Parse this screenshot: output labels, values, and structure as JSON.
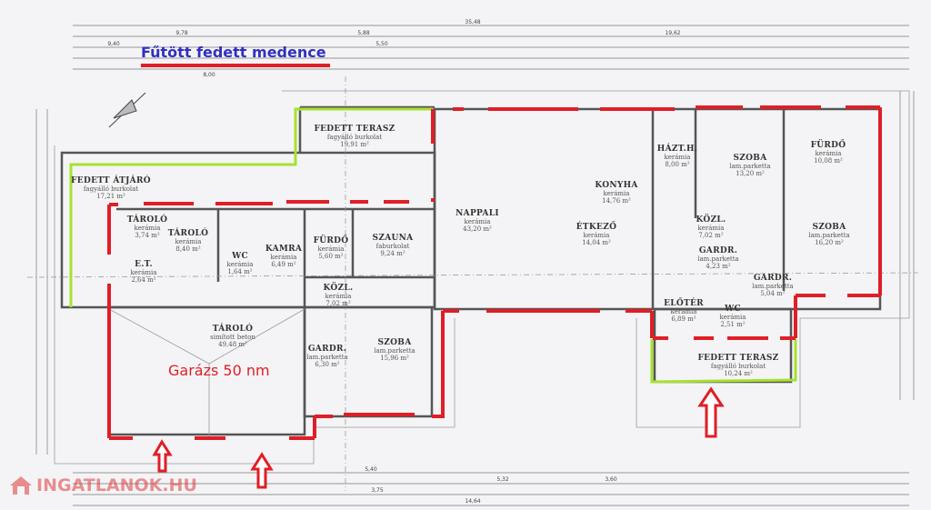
{
  "annotations": {
    "pool": "Fűtött fedett medence",
    "garage": "Garázs 50 nm",
    "watermark": "INGATLANOK.HU"
  },
  "colors": {
    "highlight_wall": "#e01e26",
    "terrace_outline": "#a6e22e",
    "pool_text": "#3030c0"
  },
  "dimensions": [
    "35,48",
    "9,78",
    "5,88",
    "19,62",
    "9,40",
    "5,50",
    "8,00",
    "14,64",
    "5,40",
    "3,75",
    "5,32",
    "3,60"
  ],
  "rooms": [
    {
      "name": "FEDETT TERASZ",
      "material": "fagyálló burkolat",
      "area": "19,91 m²"
    },
    {
      "name": "FEDETT ÁTJÁRÓ",
      "material": "fagyálló burkolat",
      "area": "17,21 m²"
    },
    {
      "name": "TÁROLÓ",
      "material": "kerámia",
      "area": "3,74 m²"
    },
    {
      "name": "TÁROLÓ",
      "material": "kerámia",
      "area": "8,40 m²"
    },
    {
      "name": "E.T.",
      "material": "kerámia",
      "area": "2,64 m²"
    },
    {
      "name": "WC",
      "material": "kerámia",
      "area": "1,64 m²"
    },
    {
      "name": "KAMRA",
      "material": "kerámia",
      "area": "6,49 m²"
    },
    {
      "name": "FÜRDŐ",
      "material": "kerámia",
      "area": "5,60 m²"
    },
    {
      "name": "SZAUNA",
      "material": "faburkolat",
      "area": "9,24 m²"
    },
    {
      "name": "KÖZL.",
      "material": "kerámia",
      "area": "7,02 m²"
    },
    {
      "name": "TÁROLÓ",
      "material": "simított beton",
      "area": "49,48 m²"
    },
    {
      "name": "GARDR.",
      "material": "lam.parketta",
      "area": "6,30 m²"
    },
    {
      "name": "SZOBA",
      "material": "lam.parketta",
      "area": "15,96 m²"
    },
    {
      "name": "NAPPALI",
      "material": "kerámia",
      "area": "43,20 m²"
    },
    {
      "name": "KONYHA",
      "material": "kerámia",
      "area": "14,76 m²"
    },
    {
      "name": "ÉTKEZŐ",
      "material": "kerámia",
      "area": "14,04 m²"
    },
    {
      "name": "HÁZT.H.",
      "material": "kerámia",
      "area": "8,00 m²"
    },
    {
      "name": "SZOBA",
      "material": "lam.parketta",
      "area": "13,20 m²"
    },
    {
      "name": "FÜRDŐ",
      "material": "kerámia",
      "area": "10,08 m²"
    },
    {
      "name": "KÖZL.",
      "material": "kerámia",
      "area": "7,02 m²"
    },
    {
      "name": "SZOBA",
      "material": "lam.parketta",
      "area": "16,20 m²"
    },
    {
      "name": "GARDR.",
      "material": "lam.parketta",
      "area": "4,23 m²"
    },
    {
      "name": "GARDR.",
      "material": "lam.parketta",
      "area": "5,04 m²"
    },
    {
      "name": "ELŐTÉR",
      "material": "kerámia",
      "area": "6,89 m²"
    },
    {
      "name": "WC",
      "material": "kerámia",
      "area": "2,51 m²"
    },
    {
      "name": "FEDETT TERASZ",
      "material": "fagyálló burkolat",
      "area": "10,24 m²"
    }
  ]
}
